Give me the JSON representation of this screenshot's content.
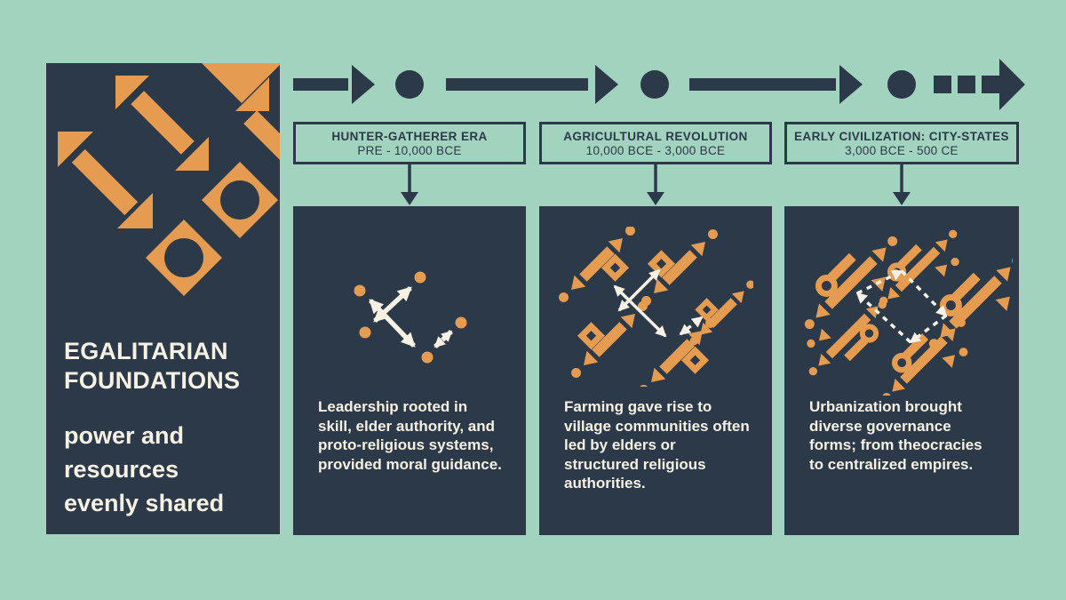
{
  "colors": {
    "background": "#a2d3bf",
    "panel_navy": "#2b3949",
    "accent_orange": "#e59c51",
    "text_cream": "#f6f1e2"
  },
  "sidebar": {
    "title_lines": [
      "EGALITARIAN",
      "FOUNDATIONS"
    ],
    "subtitle": "power and resources evenly shared",
    "pattern_icon": "diagonal-arrows-and-diamond-rings-pattern"
  },
  "timeline": {
    "icons": [
      "arrow-segment-icon",
      "node-dot-icon",
      "arrow-segment-icon",
      "node-dot-icon",
      "arrow-segment-icon",
      "node-dot-icon",
      "dashed-continuation-arrow-icon"
    ]
  },
  "stages": [
    {
      "title": "HUNTER-GATHERER ERA",
      "dates": "PRE - 10,000 BCE",
      "description": "Leadership rooted in skill, elder authority, and proto-religious systems, provided moral guidance.",
      "icon": "sparse-band-network-icon"
    },
    {
      "title": "AGRICULTURAL REVOLUTION",
      "dates": "10,000 BCE - 3,000 BCE",
      "description": "Farming gave rise to village communities often led by elders or structured religious authorities.",
      "icon": "village-network-icon"
    },
    {
      "title": "EARLY CIVILIZATION: CITY-STATES",
      "dates": "3,000 BCE - 500 CE",
      "description": "Urbanization brought diverse governance forms; from theocracies to centralized empires.",
      "icon": "city-state-network-icon"
    }
  ]
}
